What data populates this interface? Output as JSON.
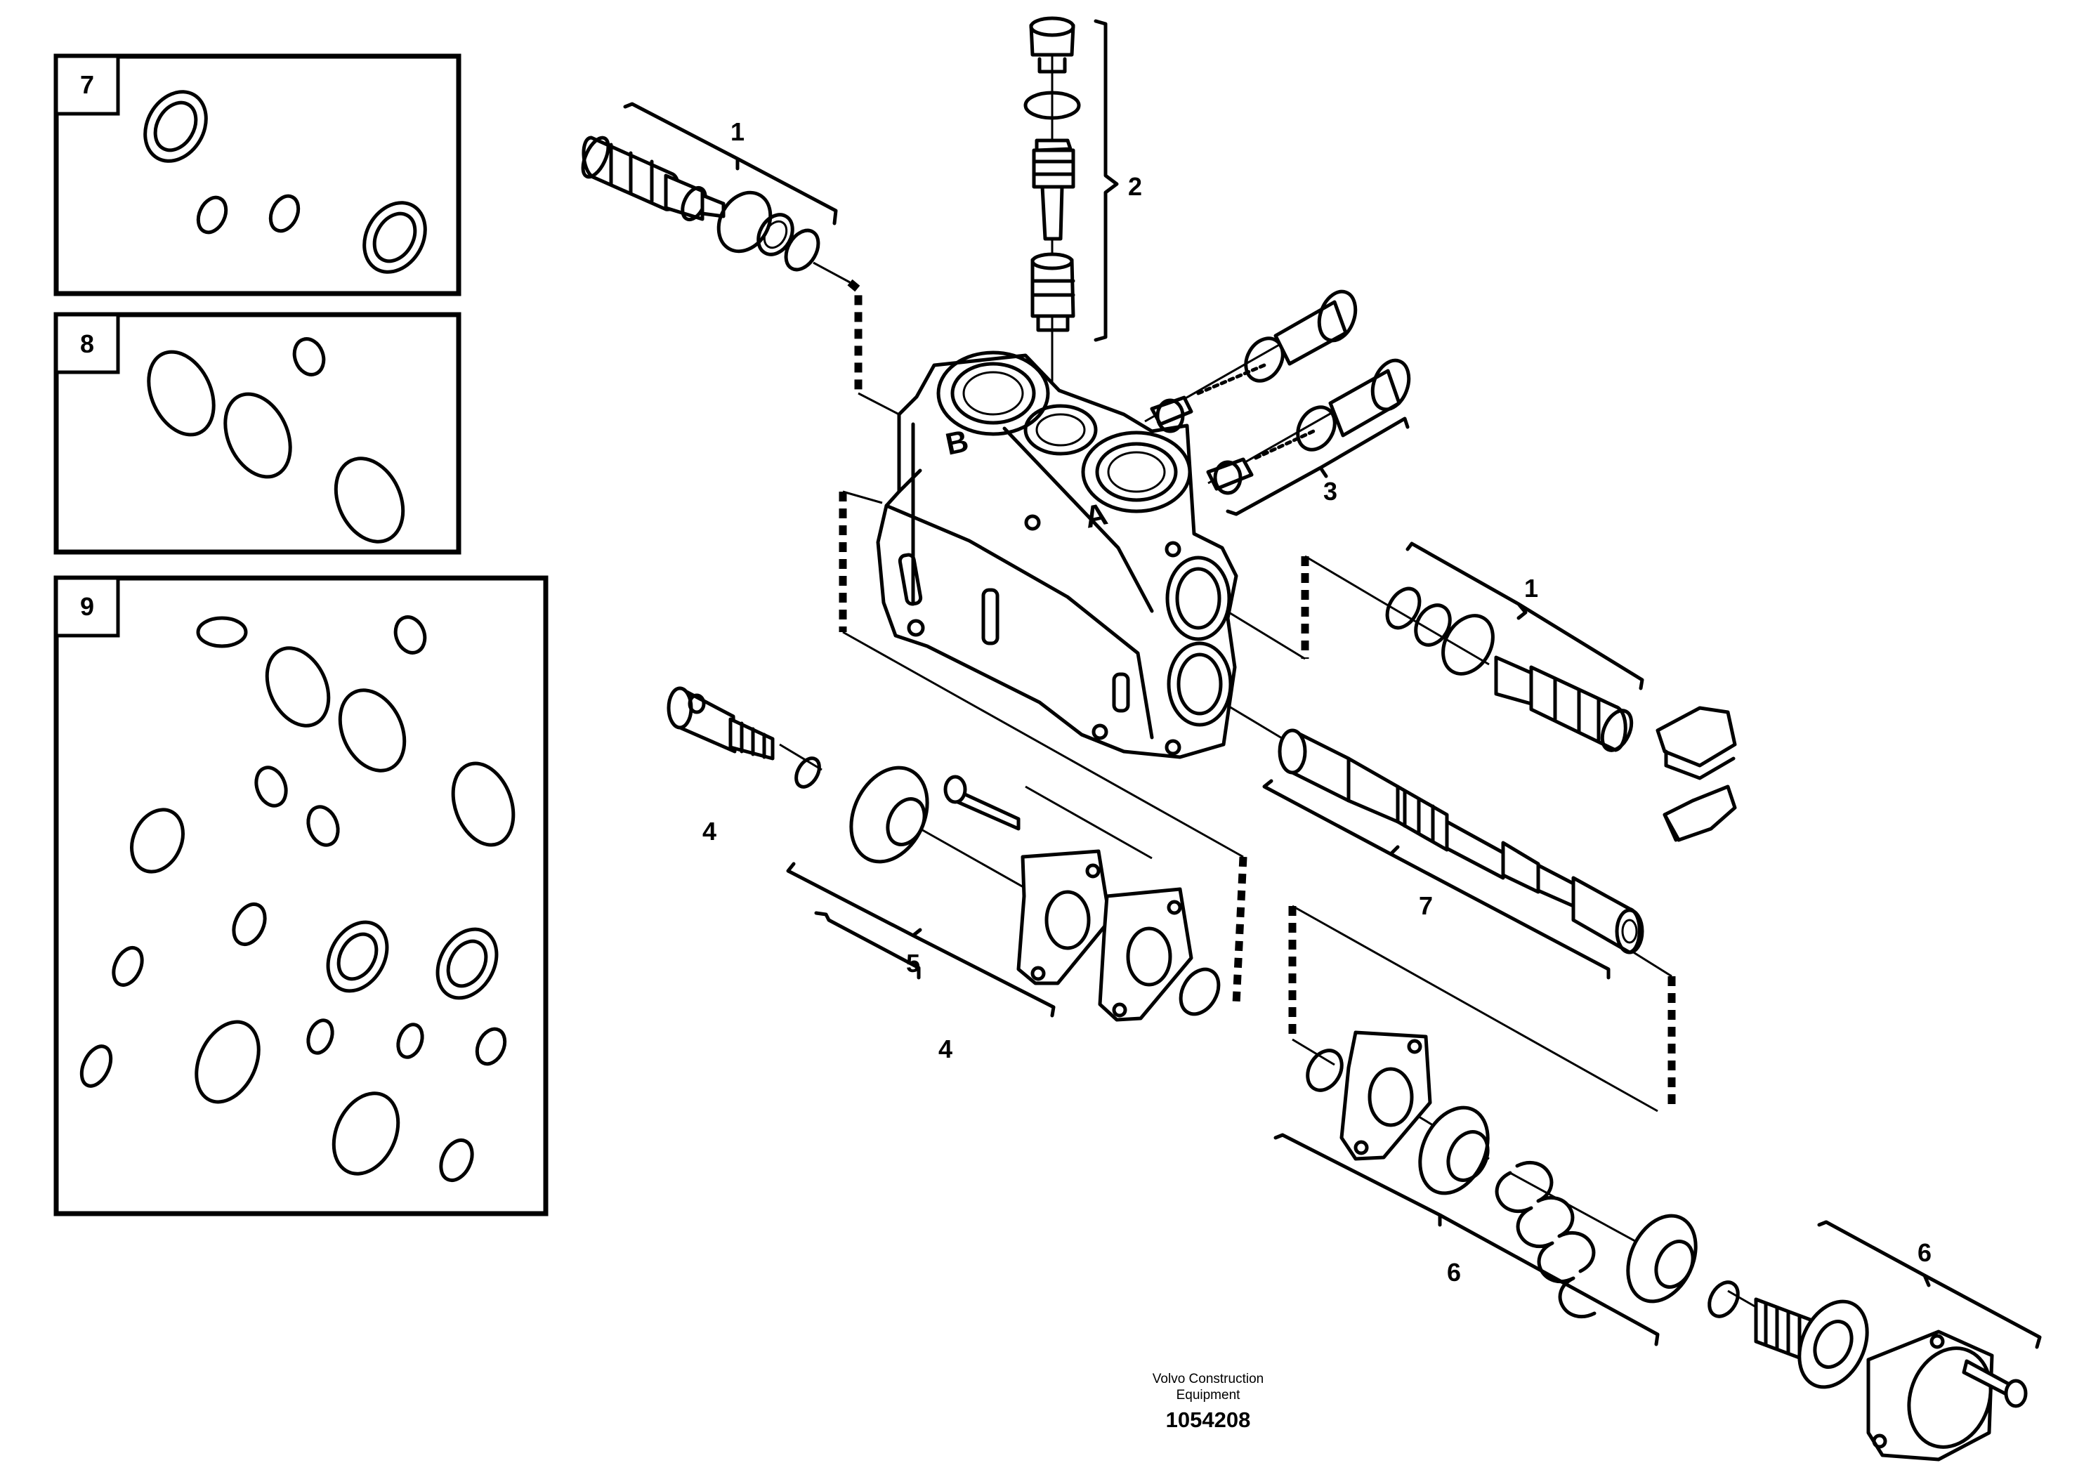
{
  "insets": [
    {
      "label": "7"
    },
    {
      "label": "8"
    },
    {
      "label": "9"
    }
  ],
  "callouts": {
    "c1_top": "1",
    "c2": "2",
    "c3": "3",
    "c1_right": "1",
    "c4_small": "4",
    "c5": "5",
    "c4_large": "4",
    "c7": "7",
    "c6_left": "6",
    "c6_right": "6"
  },
  "ports": {
    "b": "B",
    "a": "A"
  },
  "footer": {
    "company_line1": "Volvo Construction",
    "company_line2": "Equipment",
    "drawing_number": "1054208"
  }
}
